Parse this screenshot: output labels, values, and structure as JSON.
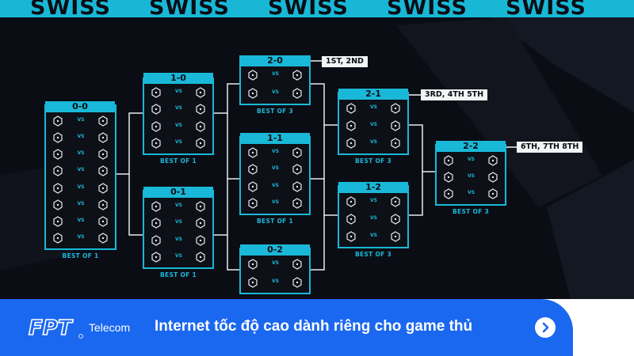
{
  "banner": {
    "text": "SWISS",
    "repeats": 5
  },
  "colors": {
    "accent": "#1ab8d8",
    "background": "#0b0d14",
    "footer_blue": "#1a67f0",
    "result_bg": "#f2f4f6"
  },
  "groups": [
    {
      "id": "g00",
      "label": "0-0",
      "matches": 8,
      "best_of": "BEST OF 1"
    },
    {
      "id": "g10",
      "label": "1-0",
      "matches": 4,
      "best_of": "BEST OF 1"
    },
    {
      "id": "g01",
      "label": "0-1",
      "matches": 4,
      "best_of": "BEST OF 1"
    },
    {
      "id": "g20",
      "label": "2-0",
      "matches": 2,
      "best_of": "BEST OF 3"
    },
    {
      "id": "g11",
      "label": "1-1",
      "matches": 4,
      "best_of": "BEST OF 1"
    },
    {
      "id": "g02",
      "label": "0-2",
      "matches": 2,
      "best_of": ""
    },
    {
      "id": "g21",
      "label": "2-1",
      "matches": 3,
      "best_of": "BEST OF 3"
    },
    {
      "id": "g12",
      "label": "1-2",
      "matches": 3,
      "best_of": "BEST OF 3"
    },
    {
      "id": "g22",
      "label": "2-2",
      "matches": 3,
      "best_of": "BEST OF 3"
    }
  ],
  "vs_text": "VS",
  "results": [
    {
      "group": "g20",
      "text": "1ST, 2ND"
    },
    {
      "group": "g21",
      "text": "3RD, 4TH 5TH"
    },
    {
      "group": "g22",
      "text": "6TH, 7TH 8TH"
    }
  ],
  "footer": {
    "logo_text": "FPT",
    "brand": "Telecom",
    "cta": "Internet tốc độ cao dành riêng cho game thủ",
    "arrow_icon": "chevron-right-icon"
  }
}
